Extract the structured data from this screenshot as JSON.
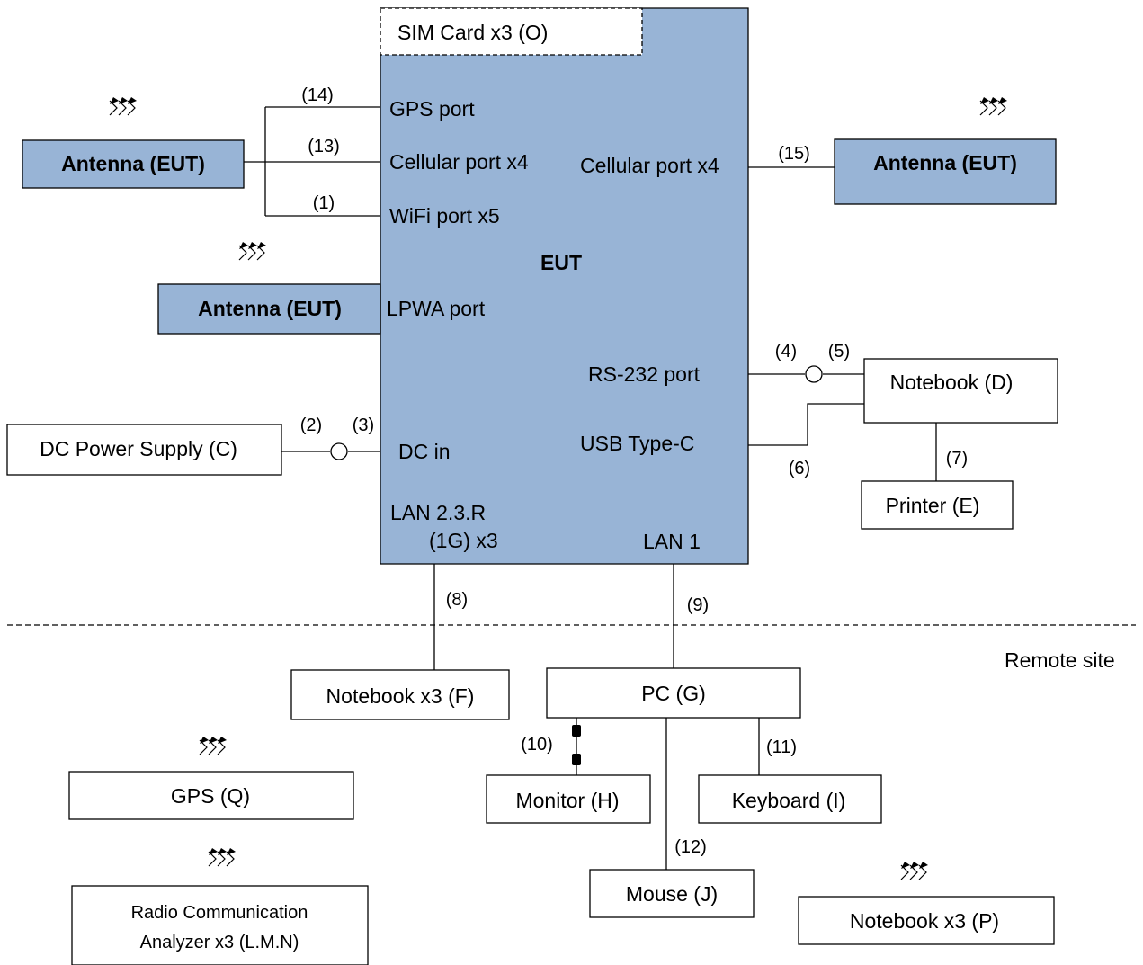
{
  "eut": {
    "title": "EUT",
    "sim_card": "SIM Card x3 (O)",
    "ports": {
      "gps": "GPS port",
      "cellular_left": "Cellular port x4",
      "wifi": "WiFi port x5",
      "lpwa": "LPWA  port",
      "cellular_right": "Cellular port x4",
      "rs232": "RS-232 port",
      "usb_c": "USB Type-C",
      "dc_in": "DC in",
      "lan_multi_line1": "LAN  2.3.R",
      "lan_multi_line2": "(1G)  x3",
      "lan1": "LAN 1"
    }
  },
  "devices": {
    "antenna_left": "Antenna (EUT)",
    "antenna_right": "Antenna (EUT)",
    "antenna_lpwa": "Antenna (EUT)",
    "dc_power_supply": "DC Power Supply (C)",
    "notebook_d": "Notebook (D)",
    "printer_e": "Printer (E)",
    "notebook_f": "Notebook x3 (F)",
    "pc_g": "PC (G)",
    "monitor_h": "Monitor (H)",
    "keyboard_i": "Keyboard (I)",
    "mouse_j": "Mouse (J)",
    "gps_q": "GPS (Q)",
    "analyzer_line1": "Radio Communication",
    "analyzer_line2": "Analyzer x3 (L.M.N)",
    "notebook_p": "Notebook x3 (P)"
  },
  "cables": {
    "c1": "(1)",
    "c2": "(2)",
    "c3": "(3)",
    "c4": "(4)",
    "c5": "(5)",
    "c6": "(6)",
    "c7": "(7)",
    "c8": "(8)",
    "c9": "(9)",
    "c10": "(10)",
    "c11": "(11)",
    "c12": "(12)",
    "c13": "(13)",
    "c14": "(14)",
    "c15": "(15)"
  },
  "remote_site_label": "Remote site"
}
